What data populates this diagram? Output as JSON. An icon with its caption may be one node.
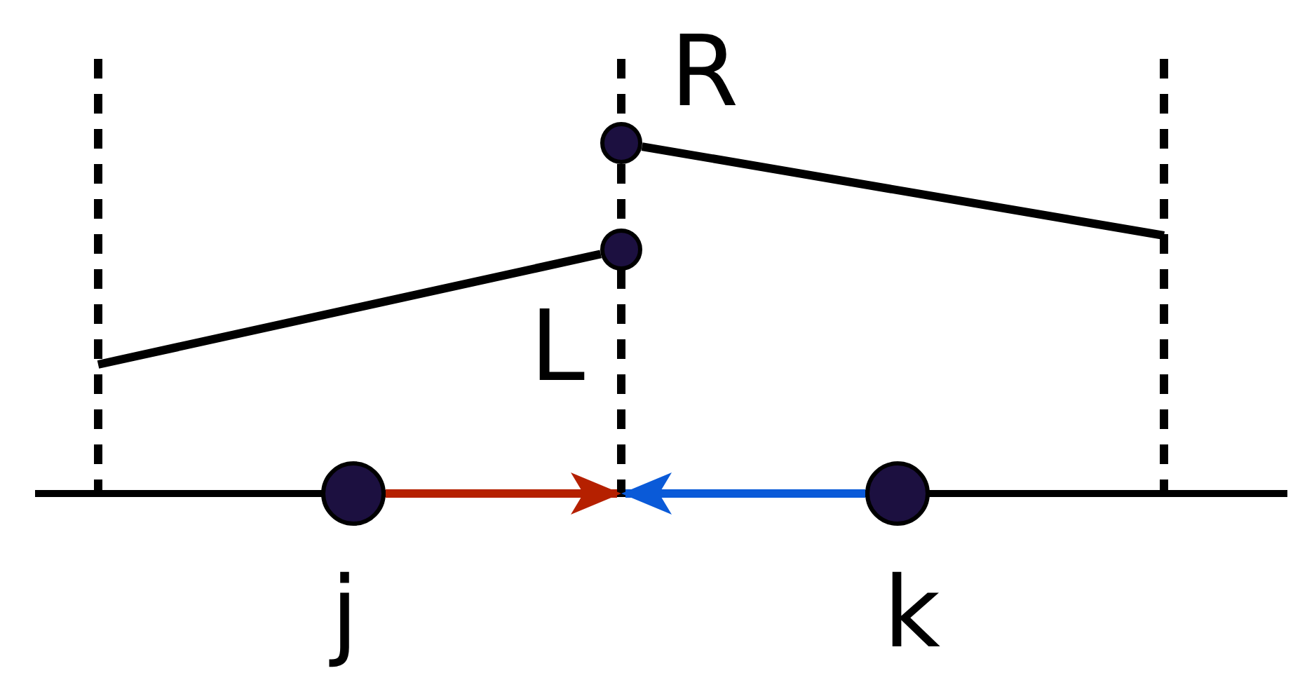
{
  "diagram": {
    "nodes": [
      {
        "text": [],
        "shape": "circle",
        "beside": [
          "R"
        ]
      },
      {
        "text": [],
        "shape": "circle",
        "beside": [
          "L"
        ]
      },
      {
        "text": [],
        "shape": "circle",
        "beside": [
          "j"
        ]
      },
      {
        "text": [],
        "shape": "circle",
        "beside": [
          "k"
        ]
      }
    ],
    "edges": [
      {
        "from": null,
        "to": 1,
        "arrow": "none"
      },
      {
        "from": 0,
        "to": null,
        "arrow": "none"
      },
      {
        "from": 2,
        "to": null,
        "arrow": "to",
        "color": "#b52000"
      },
      {
        "from": 3,
        "to": null,
        "arrow": "to",
        "color": "#0a5ad8"
      }
    ]
  }
}
